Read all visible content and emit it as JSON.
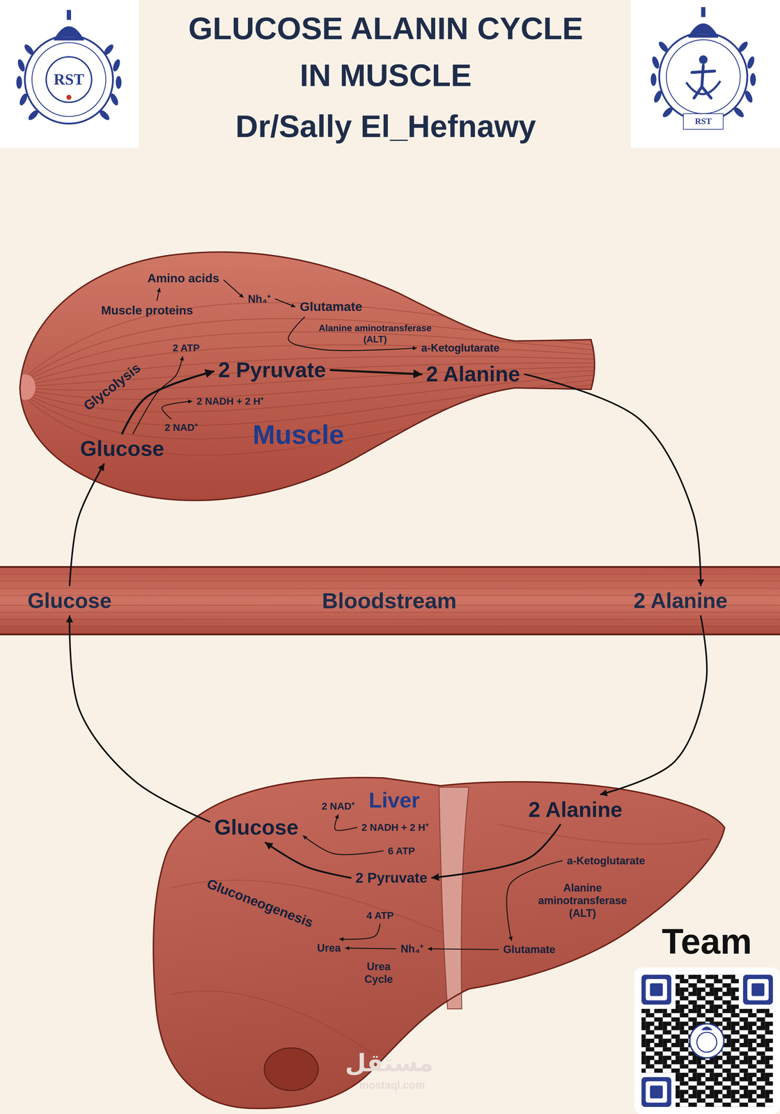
{
  "diagram": {
    "title": "GLUCOSE ALANIN CYCLE IN MUSCLE",
    "nodes": [
      {
        "text": [
          "Muscle"
        ]
      },
      {
        "text": [
          "Amino acids"
        ],
        "in": 0
      },
      {
        "text": [
          "Muscle proteins"
        ],
        "in": 0
      },
      {
        "text": [
          "Nh₄⁺"
        ],
        "in": 0
      },
      {
        "text": [
          "Glutamate"
        ],
        "in": 0
      },
      {
        "text": [
          "a-Ketoglutarate"
        ],
        "in": 0
      },
      {
        "text": [
          "2 Pyruvate"
        ],
        "in": 0
      },
      {
        "text": [
          "2 Alanine"
        ],
        "in": 0
      },
      {
        "text": [
          "Glucose"
        ],
        "in": 0
      },
      {
        "text": [
          "2 ATP"
        ],
        "in": 0
      },
      {
        "text": [
          "2 NADH + 2 H⁺"
        ],
        "in": 0
      },
      {
        "text": [
          "2 NAD⁺"
        ],
        "in": 0
      },
      {
        "text": [
          "Bloodstream"
        ]
      },
      {
        "text": [
          "Glucose"
        ],
        "in": 12
      },
      {
        "text": [
          "2 Alanine"
        ],
        "in": 12
      },
      {
        "text": [
          "Liver"
        ]
      },
      {
        "text": [
          "2 Alanine"
        ],
        "in": 15
      },
      {
        "text": [
          "a-Ketoglutarate"
        ],
        "in": 15
      },
      {
        "text": [
          "Glutamate"
        ],
        "in": 15
      },
      {
        "text": [
          "Nh₄⁺"
        ],
        "in": 15
      },
      {
        "text": [
          "Urea"
        ],
        "in": 15
      },
      {
        "text": [
          "2 Pyruvate"
        ],
        "in": 15
      },
      {
        "text": [
          "Glucose"
        ],
        "in": 15
      },
      {
        "text": [
          "6 ATP"
        ],
        "in": 15
      },
      {
        "text": [
          "2 NADH + 2 H⁺"
        ],
        "in": 15
      },
      {
        "text": [
          "2 NAD⁺"
        ],
        "in": 15
      },
      {
        "text": [
          "4 ATP"
        ],
        "in": 15
      }
    ],
    "edges": [
      {
        "from": 2,
        "to": 1,
        "arrow": "to"
      },
      {
        "from": 1,
        "to": 3,
        "arrow": "to"
      },
      {
        "from": 3,
        "to": 4,
        "arrow": "to"
      },
      {
        "from": 4,
        "to": 5,
        "label": "Alanine aminotransferase (ALT)",
        "arrow": "to"
      },
      {
        "from": 6,
        "to": 7,
        "arrow": "to"
      },
      {
        "from": 8,
        "to": 6,
        "arrow": "to"
      },
      {
        "from": 8,
        "to": 9,
        "arrow": "to"
      },
      {
        "from": 11,
        "to": 10,
        "arrow": "to"
      },
      {
        "from": 7,
        "to": 14,
        "arrow": "to"
      },
      {
        "from": 14,
        "to": 16,
        "arrow": "to"
      },
      {
        "from": 22,
        "to": 13,
        "arrow": "to"
      },
      {
        "from": 13,
        "to": 8,
        "arrow": "to"
      },
      {
        "from": 16,
        "to": 21,
        "arrow": "to"
      },
      {
        "from": 17,
        "to": 18,
        "label": "Alanine aminotransferase (ALT)",
        "arrow": "to"
      },
      {
        "from": 18,
        "to": 19,
        "arrow": "to"
      },
      {
        "from": 19,
        "to": 20,
        "label": "Urea Cycle",
        "arrow": "to"
      },
      {
        "from": 26,
        "to": 20,
        "arrow": "to"
      },
      {
        "from": 21,
        "to": 22,
        "arrow": "to"
      },
      {
        "from": 23,
        "to": 22,
        "arrow": "to"
      },
      {
        "from": 24,
        "to": 25,
        "arrow": "to"
      }
    ],
    "labels": [
      "Dr/Sally El_Hefnawy",
      "RST",
      "RST",
      "Glycolysis",
      "Gluconeogenesis",
      "Team",
      "مستقل",
      "mostaql.com"
    ]
  }
}
